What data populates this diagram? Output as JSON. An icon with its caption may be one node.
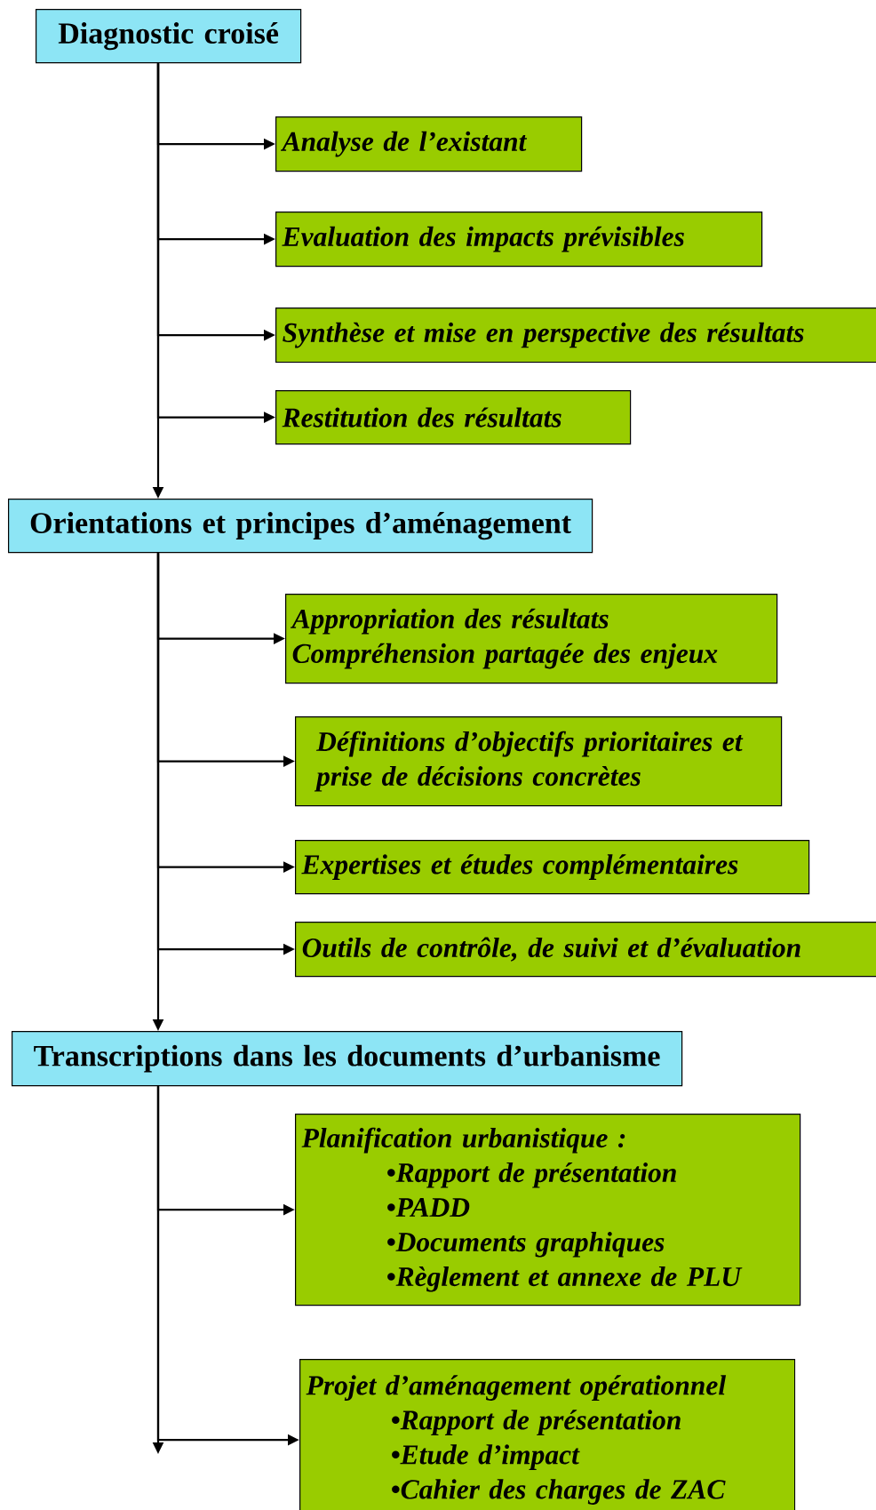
{
  "diagram": {
    "nodes": [
      {
        "text": [
          "Diagnostic croisé"
        ]
      },
      {
        "text": [
          "Analyse de l’existant"
        ]
      },
      {
        "text": [
          "Evaluation des impacts prévisibles"
        ]
      },
      {
        "text": [
          "Synthèse et mise en perspective des résultats"
        ]
      },
      {
        "text": [
          "Restitution des résultats"
        ]
      },
      {
        "text": [
          "Orientations et principes d’aménagement"
        ]
      },
      {
        "text": [
          "Appropriation des résultats",
          "Compréhension partagée des enjeux"
        ]
      },
      {
        "text": [
          "Définitions d’objectifs prioritaires et prise de décisions concrètes"
        ]
      },
      {
        "text": [
          "Expertises et études complémentaires"
        ]
      },
      {
        "text": [
          "Outils de contrôle, de suivi et d’évaluation"
        ]
      },
      {
        "text": [
          "Transcriptions dans les documents d’urbanisme"
        ]
      },
      {
        "text": [
          "Planification urbanistique :",
          "•Rapport de présentation",
          "•PADD",
          "•Documents graphiques",
          "•Règlement et annexe de PLU"
        ]
      },
      {
        "text": [
          "Projet d’aménagement opérationnel",
          "•Rapport de présentation",
          "•Etude d’impact",
          "•Cahier des charges de ZAC"
        ]
      }
    ],
    "edges": [
      {
        "from": 0,
        "to": 1,
        "arrow": "to"
      },
      {
        "from": 0,
        "to": 2,
        "arrow": "to"
      },
      {
        "from": 0,
        "to": 3,
        "arrow": "to"
      },
      {
        "from": 0,
        "to": 4,
        "arrow": "to"
      },
      {
        "from": 0,
        "to": 5,
        "arrow": "to"
      },
      {
        "from": 5,
        "to": 6,
        "arrow": "to"
      },
      {
        "from": 5,
        "to": 7,
        "arrow": "to"
      },
      {
        "from": 5,
        "to": 8,
        "arrow": "to"
      },
      {
        "from": 5,
        "to": 9,
        "arrow": "to"
      },
      {
        "from": 5,
        "to": 10,
        "arrow": "to"
      },
      {
        "from": 10,
        "to": 11,
        "arrow": "to"
      },
      {
        "from": 10,
        "to": 12,
        "arrow": "to"
      },
      {
        "from": 10,
        "to": null,
        "arrow": "to"
      }
    ]
  }
}
